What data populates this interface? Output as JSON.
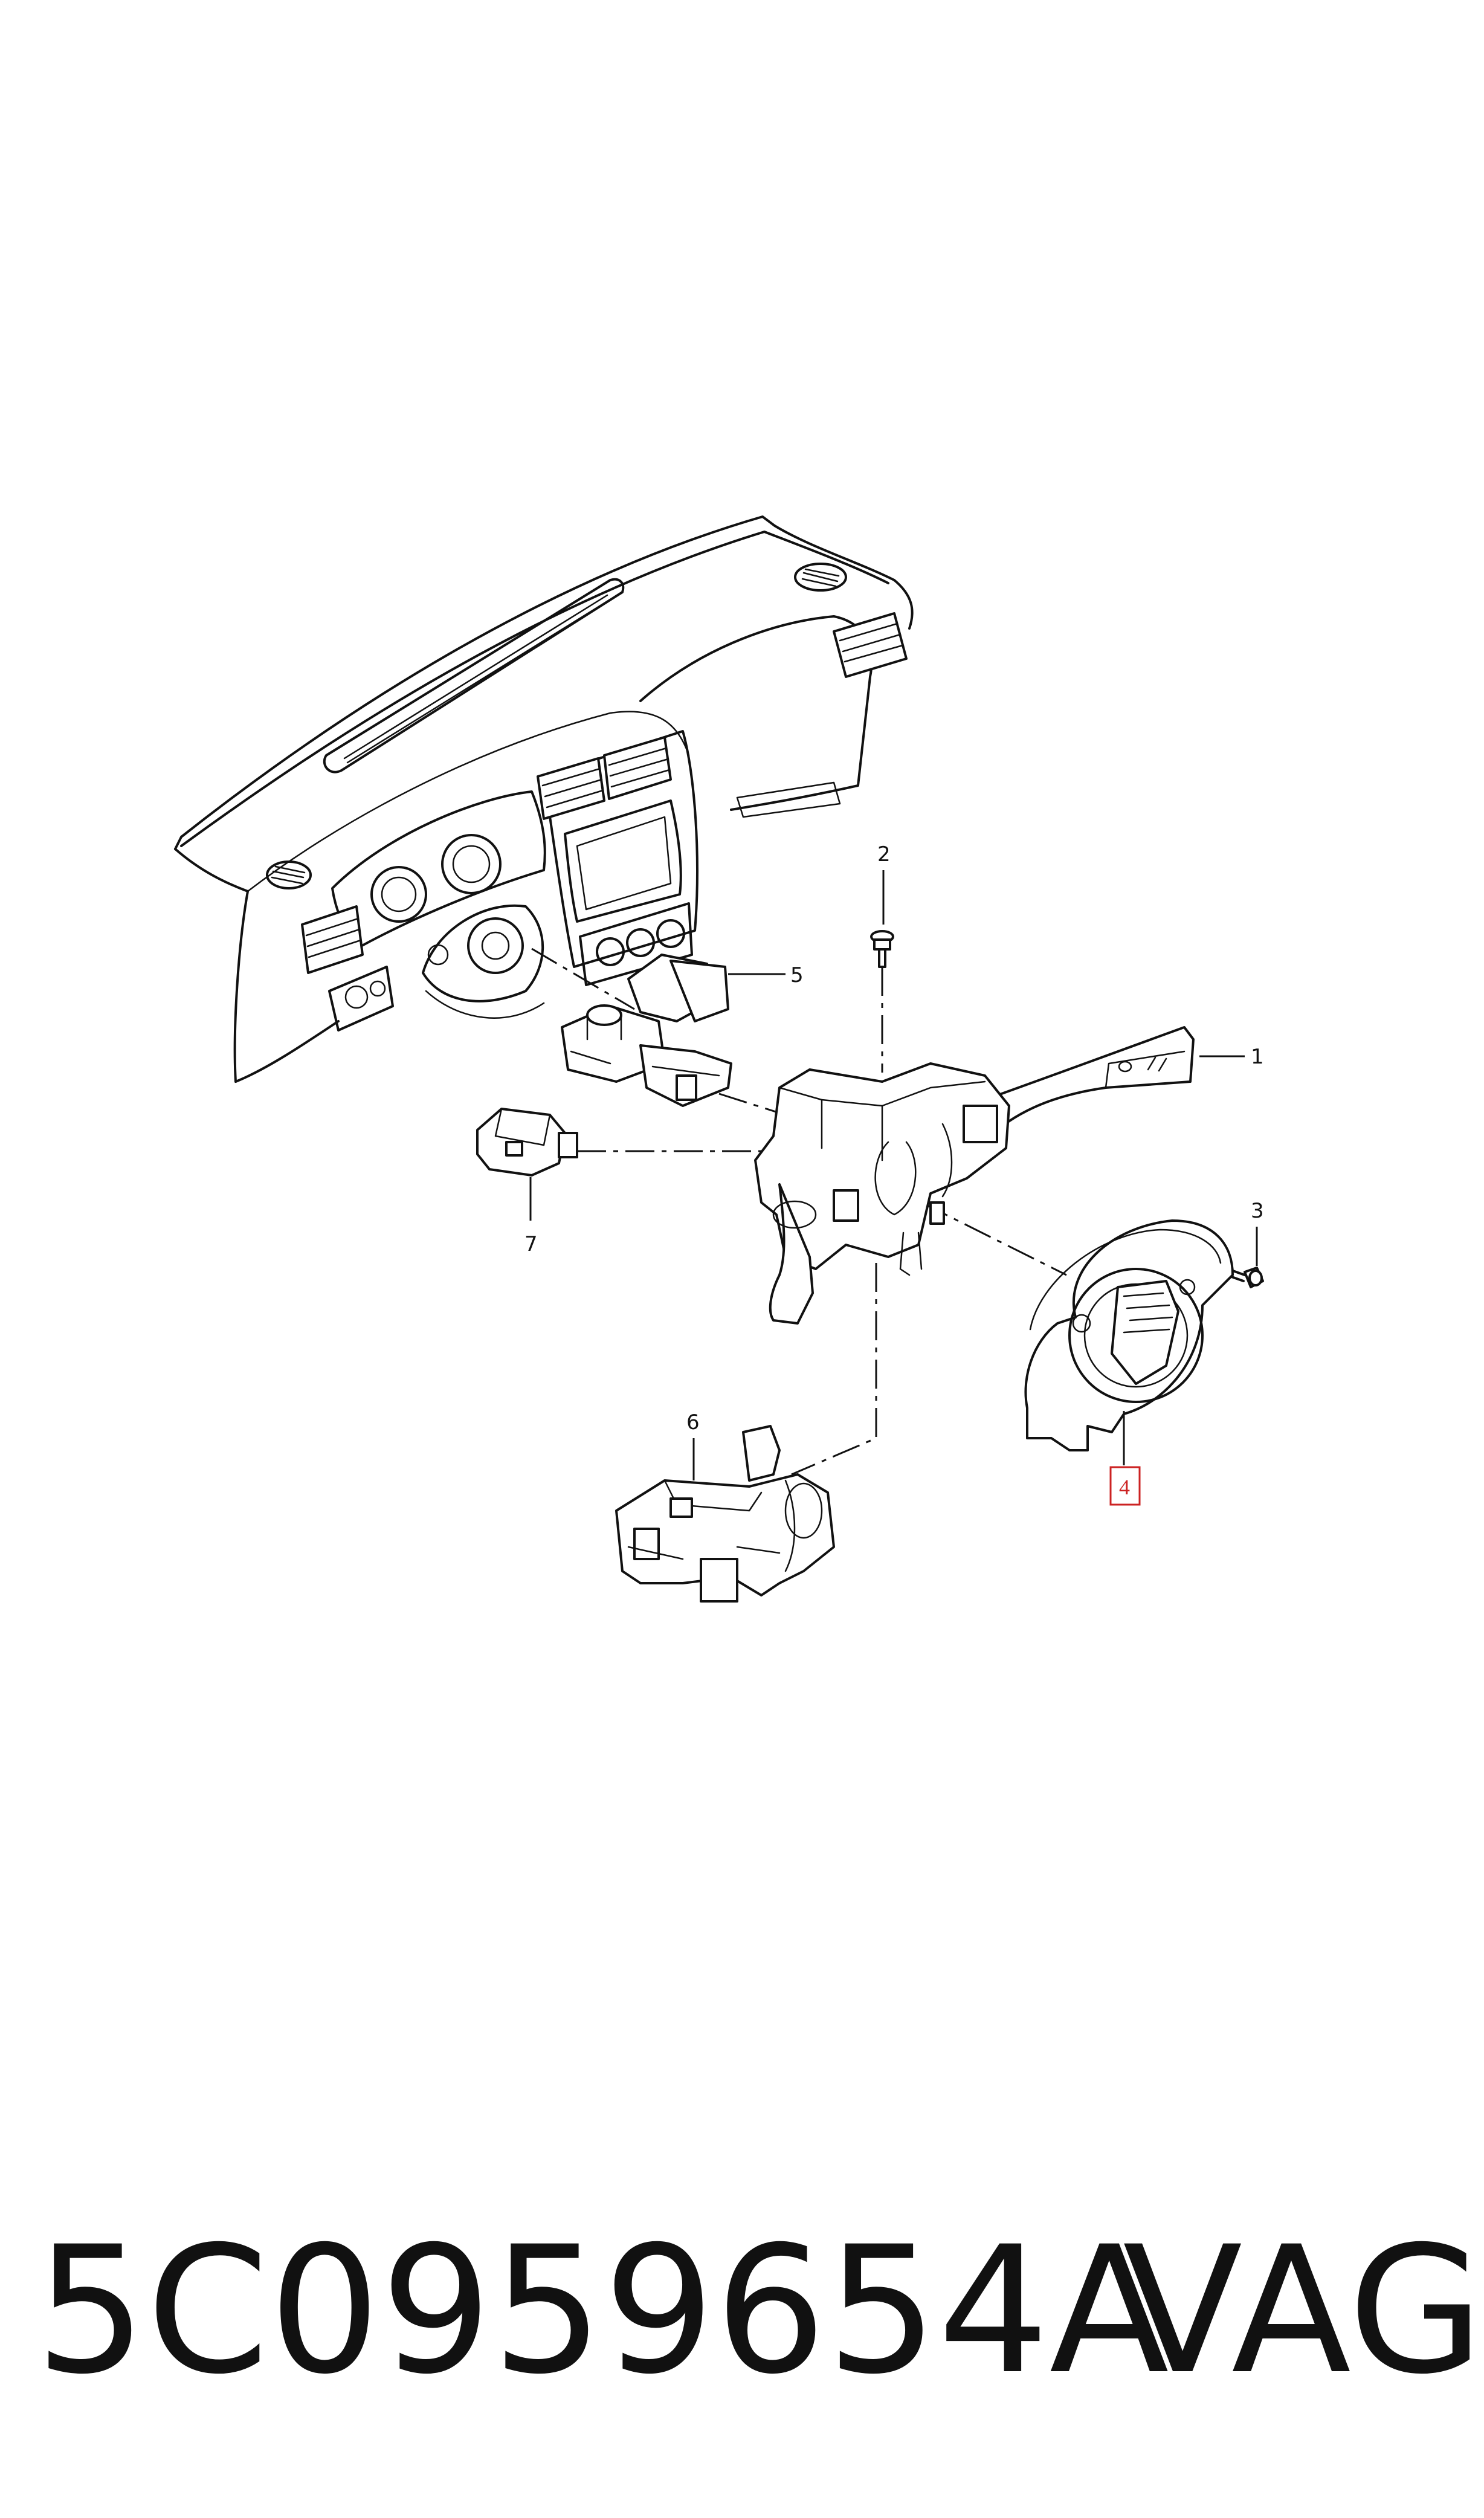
{
  "diagram": {
    "callouts": [
      "1",
      "2",
      "3",
      "4",
      "5",
      "6",
      "7"
    ],
    "highlighted_callout": "4",
    "highlight_color": "#cc2222"
  },
  "footer": {
    "part_number": "5C0959654A",
    "brand": "VAG"
  }
}
